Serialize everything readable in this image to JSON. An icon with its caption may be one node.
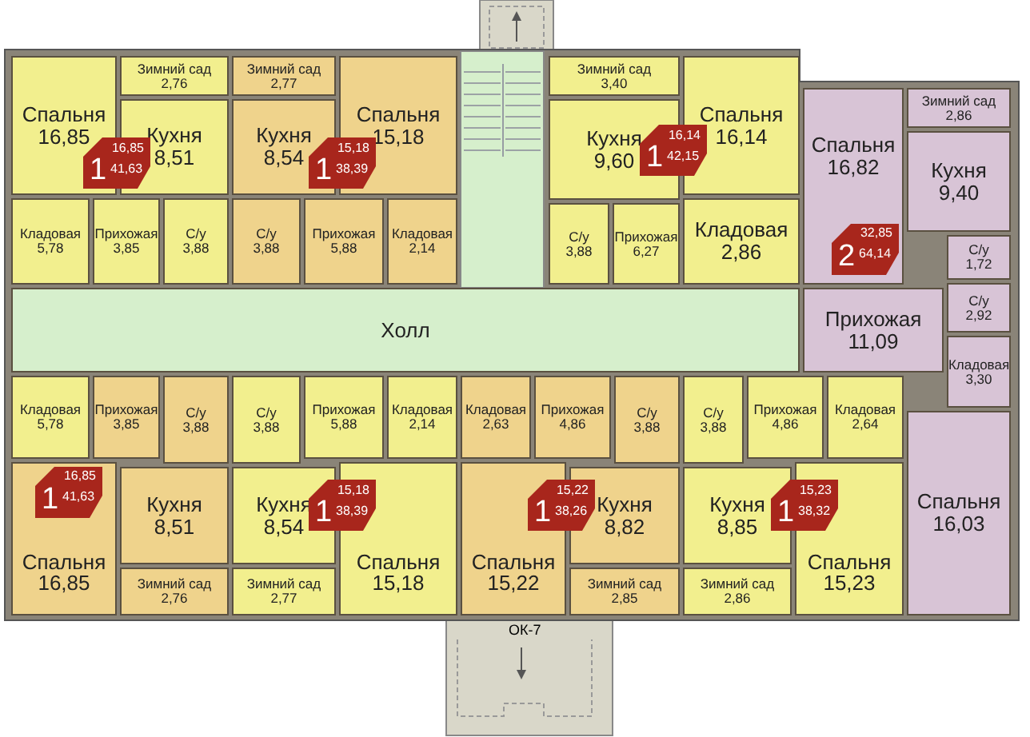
{
  "diagram": {
    "nodes": [
      {
        "text": [
          "Спальня",
          "16,85"
        ]
      },
      {
        "text": [
          "Зимний сад",
          "2,76"
        ]
      },
      {
        "text": [
          "Кухня",
          "8,51"
        ]
      },
      {
        "text": [
          "16,85",
          "1",
          "41,63"
        ]
      },
      {
        "text": [
          "Зимний сад",
          "2,77"
        ]
      },
      {
        "text": [
          "Кухня",
          "8,54"
        ]
      },
      {
        "text": [
          "Спальня",
          "15,18"
        ]
      },
      {
        "text": [
          "15,18",
          "1",
          "38,39"
        ]
      },
      {
        "text": [
          "Зимний сад",
          "3,40"
        ]
      },
      {
        "text": [
          "Кухня",
          "9,60"
        ]
      },
      {
        "text": [
          "Спальня",
          "16,14"
        ]
      },
      {
        "text": [
          "16,14",
          "1",
          "42,15"
        ]
      },
      {
        "text": [
          "Спальня",
          "16,82"
        ]
      },
      {
        "text": [
          "Зимний сад",
          "2,86"
        ]
      },
      {
        "text": [
          "Кухня",
          "9,40"
        ]
      },
      {
        "text": [
          "32,85",
          "2",
          "64,14"
        ],
        "in": 12
      },
      {
        "text": [
          "Прихожая",
          "3,85"
        ]
      },
      {
        "text": [
          "С/у",
          "3,88"
        ]
      },
      {
        "text": [
          "С/у",
          "3,88"
        ]
      },
      {
        "text": [
          "Прихожая",
          "5,88"
        ]
      },
      {
        "text": [
          "С/у",
          "3,88"
        ]
      },
      {
        "text": [
          "Прихожая",
          "6,27"
        ]
      },
      {
        "text": [
          "Кладовая",
          "2,14"
        ]
      },
      {
        "text": [
          "Кладовая",
          "2,86"
        ]
      },
      {
        "text": [
          "С/у",
          "1,72"
        ]
      },
      {
        "text": [
          "Кладовая",
          "5,78"
        ]
      },
      {
        "text": [
          "Холл"
        ]
      },
      {
        "text": [
          "С/у",
          "2,92"
        ]
      },
      {
        "text": [
          "Прихожая",
          "11,09"
        ]
      },
      {
        "text": [
          "Кладовая",
          "5,78"
        ]
      },
      {
        "text": [
          "Кладовая",
          "3,30"
        ]
      },
      {
        "text": [
          "Прихожая",
          "3,85"
        ]
      },
      {
        "text": [
          "С/у",
          "3,88"
        ]
      },
      {
        "text": [
          "С/у",
          "3,88"
        ]
      },
      {
        "text": [
          "Прихожая",
          "5,88"
        ]
      },
      {
        "text": [
          "Кладовая",
          "2,14"
        ]
      },
      {
        "text": [
          "Кладовая",
          "2,63"
        ]
      },
      {
        "text": [
          "Прихожая",
          "4,86"
        ]
      },
      {
        "text": [
          "С/у",
          "3,88"
        ]
      },
      {
        "text": [
          "С/у",
          "3,88"
        ]
      },
      {
        "text": [
          "Прихожая",
          "4,86"
        ]
      },
      {
        "text": [
          "Кладовая",
          "2,64"
        ]
      },
      {
        "text": [
          "15,18",
          "1",
          "38,39"
        ]
      },
      {
        "text": [
          "15,22",
          "1",
          "38,26"
        ]
      },
      {
        "text": [
          "15,23",
          "1",
          "38,32"
        ]
      },
      {
        "text": [
          "Спальня",
          "15,22"
        ]
      },
      {
        "text": [
          "Спальня",
          "15,18"
        ]
      },
      {
        "text": [
          "Кухня",
          "8,51"
        ]
      },
      {
        "text": [
          "Кухня",
          "8,54"
        ]
      },
      {
        "text": [
          "Кухня",
          "8,82"
        ]
      },
      {
        "text": [
          "Кухня",
          "8,85"
        ]
      },
      {
        "text": [
          "Спальня",
          "15,23"
        ]
      },
      {
        "text": [
          "Спальня",
          "16,03"
        ]
      },
      {
        "text": [
          "Зимний сад",
          "2,76"
        ]
      },
      {
        "text": [
          "Зимний сад",
          "2,77"
        ]
      },
      {
        "text": [
          "Зимний сад",
          "2,85"
        ]
      },
      {
        "text": [
          "Зимний сад",
          "2,86"
        ]
      },
      {
        "text": [
          "Спальня",
          "16,85"
        ]
      },
      {
        "text": [
          "16,85",
          "1",
          "41,63"
        ],
        "in": 57
      }
    ],
    "labels": [
      "ОК-7"
    ]
  }
}
